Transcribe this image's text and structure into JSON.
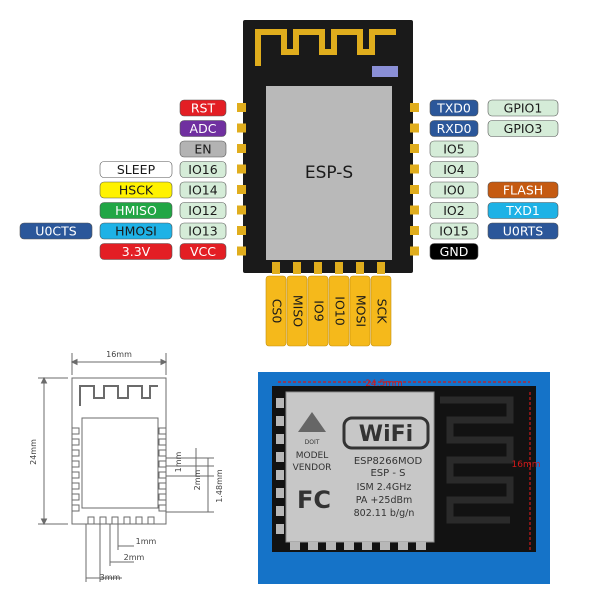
{
  "chip": {
    "label": "ESP-S",
    "body_color": "#1a1a1a",
    "shield_color": "#b9b9b9",
    "pad_color": "#e0ad1d"
  },
  "left_pins": [
    {
      "pin": "RST",
      "color": "#e31e24",
      "text_color": "#ffffff",
      "func": null
    },
    {
      "pin": "ADC",
      "color": "#7030a0",
      "text_color": "#ffffff",
      "func": null
    },
    {
      "pin": "EN",
      "color": "#b3b3b3",
      "text_color": "#1a1a1a",
      "func": null
    },
    {
      "pin": "IO16",
      "color": "#d5ecd8",
      "text_color": "#1a1a1a",
      "func": {
        "label": "SLEEP",
        "color": "#ffffff",
        "text_color": "#1a1a1a"
      }
    },
    {
      "pin": "IO14",
      "color": "#d5ecd8",
      "text_color": "#1a1a1a",
      "func": {
        "label": "HSCK",
        "color": "#fff200",
        "text_color": "#1a1a1a"
      }
    },
    {
      "pin": "IO12",
      "color": "#d5ecd8",
      "text_color": "#1a1a1a",
      "func": {
        "label": "HMISO",
        "color": "#21a645",
        "text_color": "#ffffff"
      }
    },
    {
      "pin": "IO13",
      "color": "#d5ecd8",
      "text_color": "#1a1a1a",
      "func": {
        "label": "HMOSI",
        "color": "#1eb2e6",
        "text_color": "#1a1a1a"
      },
      "func2": {
        "label": "U0CTS",
        "color": "#2b579a",
        "text_color": "#ffffff"
      }
    },
    {
      "pin": "VCC",
      "color": "#e31e24",
      "text_color": "#ffffff",
      "func": {
        "label": "3.3V",
        "color": "#e31e24",
        "text_color": "#ffffff"
      }
    }
  ],
  "right_pins": [
    {
      "pin": "TXD0",
      "color": "#2b579a",
      "text_color": "#ffffff",
      "func": {
        "label": "GPIO1",
        "color": "#d5ecd8",
        "text_color": "#1a1a1a"
      }
    },
    {
      "pin": "RXD0",
      "color": "#2b579a",
      "text_color": "#ffffff",
      "func": {
        "label": "GPIO3",
        "color": "#d5ecd8",
        "text_color": "#1a1a1a"
      }
    },
    {
      "pin": "IO5",
      "color": "#d5ecd8",
      "text_color": "#1a1a1a",
      "func": null
    },
    {
      "pin": "IO4",
      "color": "#d5ecd8",
      "text_color": "#1a1a1a",
      "func": null
    },
    {
      "pin": "IO0",
      "color": "#d5ecd8",
      "text_color": "#1a1a1a",
      "func": {
        "label": "FLASH",
        "color": "#c55a11",
        "text_color": "#ffffff"
      }
    },
    {
      "pin": "IO2",
      "color": "#d5ecd8",
      "text_color": "#1a1a1a",
      "func": {
        "label": "TXD1",
        "color": "#1eb2e6",
        "text_color": "#ffffff"
      }
    },
    {
      "pin": "IO15",
      "color": "#d5ecd8",
      "text_color": "#1a1a1a",
      "func": {
        "label": "U0RTS",
        "color": "#2b579a",
        "text_color": "#ffffff"
      }
    },
    {
      "pin": "GND",
      "color": "#000000",
      "text_color": "#ffffff",
      "func": null
    }
  ],
  "bottom_pins": [
    {
      "label": "CS0"
    },
    {
      "label": "MISO"
    },
    {
      "label": "IO9"
    },
    {
      "label": "IO10"
    },
    {
      "label": "MOSI"
    },
    {
      "label": "SCK"
    }
  ],
  "drawing": {
    "width_label": "16mm",
    "height_label": "24mm",
    "dims": [
      "1mm",
      "2mm",
      "1.48mm",
      "1mm",
      "2mm",
      "3mm"
    ]
  },
  "photo": {
    "width_label": "24.5mm",
    "height_label": "16mm",
    "wifi_text": "WiFi",
    "doit_text": "DOIT",
    "model_text": "MODEL",
    "vendor_text": "VENDOR",
    "module_text": "ESP8266MOD",
    "esp_text": "ESP - S",
    "ism_text": "ISM  2.4GHz",
    "pa_text": "PA  +25dBm",
    "std_text": "802.11 b/g/n",
    "fc_text": "FC"
  }
}
